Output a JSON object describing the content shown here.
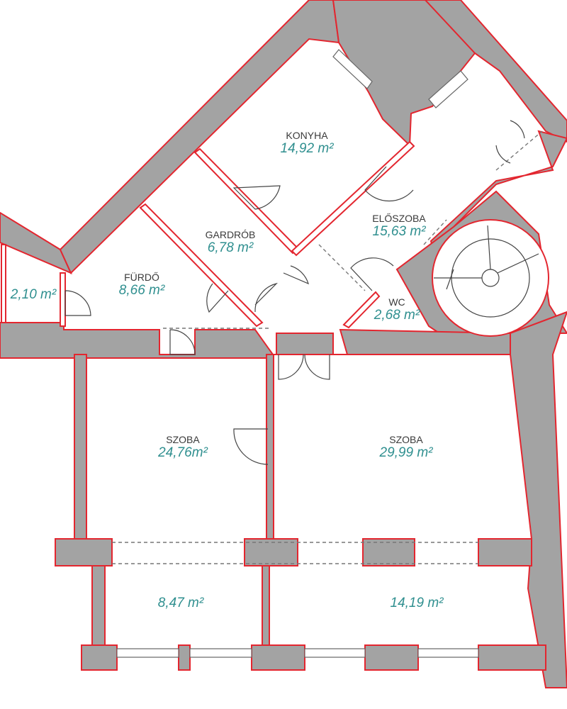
{
  "rooms": [
    {
      "name": "KONYHA",
      "area": "14,92 m²"
    },
    {
      "name": "ELŐSZOBA",
      "area": "15,63 m²"
    },
    {
      "name": "GARDRÓB",
      "area": "6,78 m²"
    },
    {
      "name": "FÜRDŐ",
      "area": "8,66 m²"
    },
    {
      "name": "",
      "area": "2,10 m²"
    },
    {
      "name": "WC",
      "area": "2,68 m²"
    },
    {
      "name": "SZOBA",
      "area": "24,76m²"
    },
    {
      "name": "SZOBA",
      "area": "29,99 m²"
    },
    {
      "name": "",
      "area": "8,47 m²"
    },
    {
      "name": "",
      "area": "14,19 m²"
    }
  ],
  "colors": {
    "wall": "#a3a3a3",
    "wall_outline": "#e3262f",
    "area_text": "#2f8f8f"
  }
}
